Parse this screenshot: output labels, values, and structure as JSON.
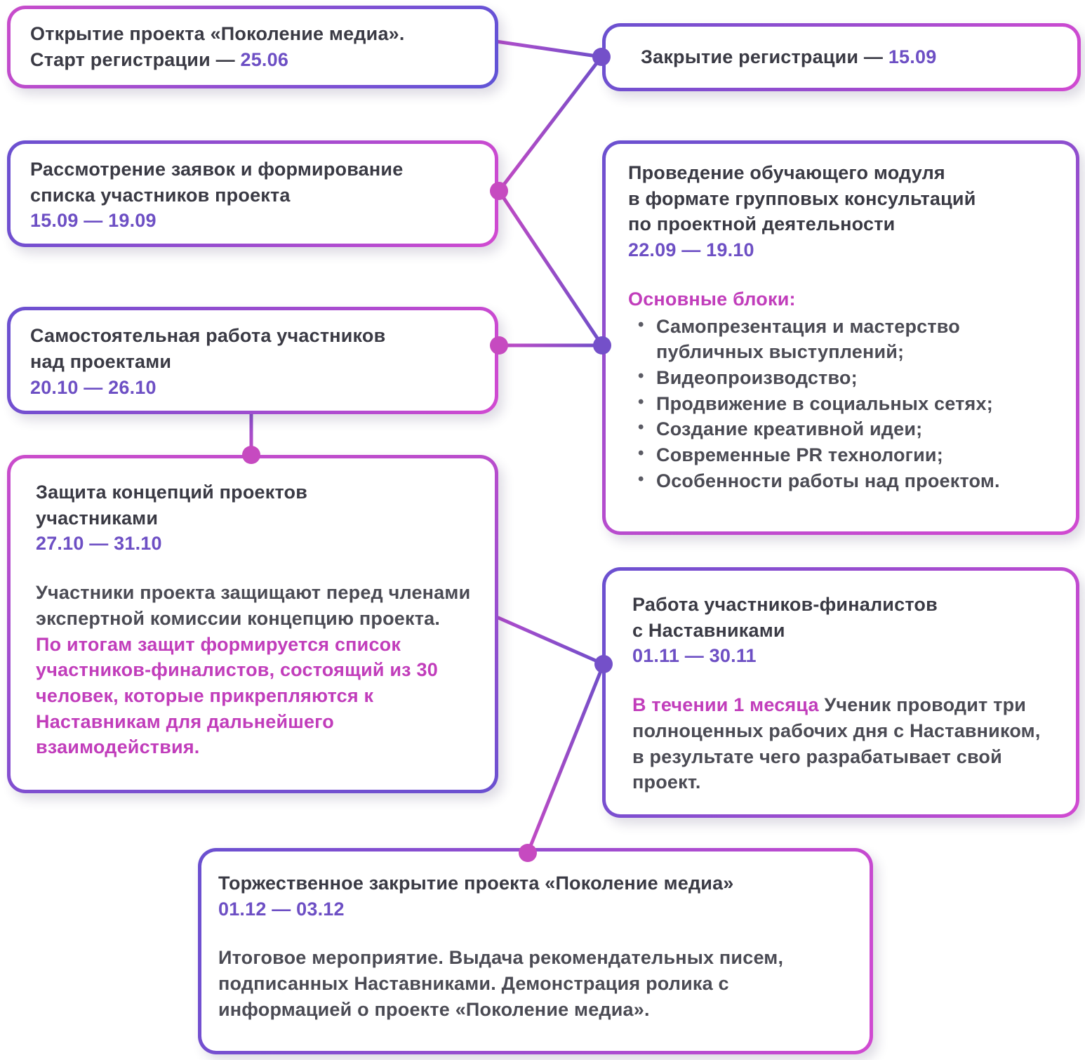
{
  "palette": {
    "accent_purple": "#6d4fc4",
    "accent_magenta": "#c13dbb",
    "text_dark": "#3a3a44",
    "text_body": "#4b4b54",
    "border_purple": "#6a50d0",
    "border_magenta": "#d14ad1",
    "node_purple": "#7450c9",
    "node_magenta": "#c64ac0"
  },
  "boxes": {
    "opening": {
      "text": "Открытие проекта «Поколение медиа».\nСтарт регистрации —",
      "date": "25.06"
    },
    "registration_close": {
      "text": "Закрытие регистрации —",
      "date": "15.09"
    },
    "review": {
      "title": "Рассмотрение заявок и формирование\nсписка участников проекта",
      "date": "15.09 — 19.09"
    },
    "training": {
      "title": "Проведение обучающего модуля\nв формате групповых консультаций\nпо проектной деятельности",
      "date": "22.09 — 19.10",
      "blocks_label": "Основные блоки:",
      "bullets": [
        "Самопрезентация и мастерство публичных выступлений;",
        "Видеопроизводство;",
        "Продвижение в социальных сетях;",
        "Создание креативной идеи;",
        "Современные PR технологии;",
        "Особенности работы над проектом."
      ]
    },
    "independent": {
      "title": "Самостоятельная работа участников\nнад проектами",
      "date": "20.10 — 26.10"
    },
    "defense": {
      "title": "Защита концепций проектов\nучастниками",
      "date": "27.10 — 31.10",
      "body": "Участники проекта защищают перед членами экспертной комиссии концепцию проекта. ",
      "body_accent": "По итогам защит формируется список участников-финалистов, состоящий из 30 человек, которые прикрепляются к Наставникам для дальнейшего взаимодействия."
    },
    "mentors": {
      "title": "Работа участников-финалистов\nс Наставниками",
      "date": "01.11 — 30.11",
      "lead_accent": "В течении 1 месяца ",
      "body": "Ученик проводит три полноценных рабочих дня с Наставником, в результате чего разрабатывает свой проект."
    },
    "closing": {
      "title": "Торжественное закрытие проекта «Поколение медиа»",
      "date": "01.12 — 03.12",
      "body": "Итоговое мероприятие. Выдача рекомендательных писем, подписанных Наставниками. Демонстрация ролика с информацией о проекте «Поколение медиа»."
    }
  }
}
